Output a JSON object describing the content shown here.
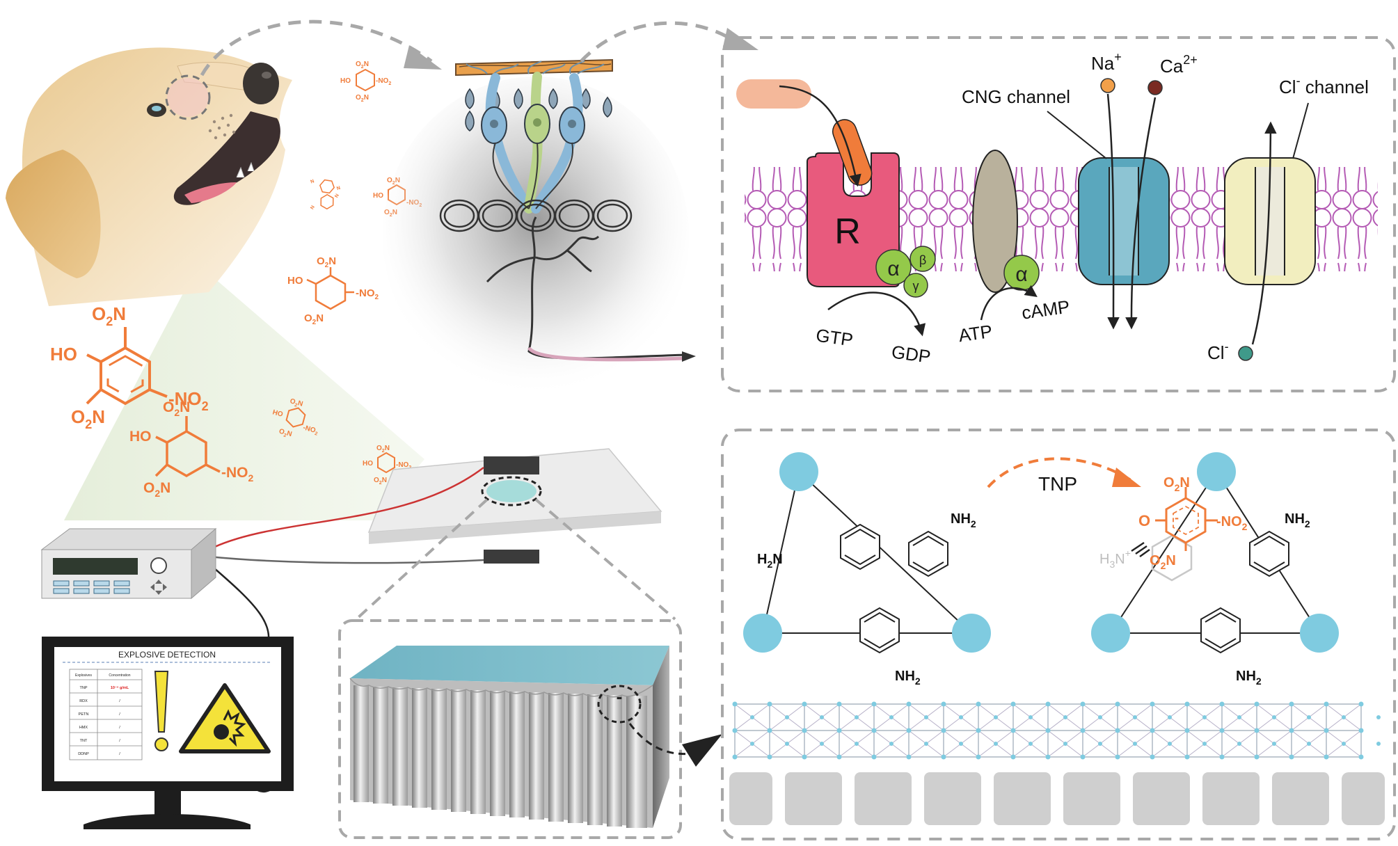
{
  "colors": {
    "accent_orange": "#f07c3a",
    "lipid": "#b45ab4",
    "receptor": "#e85a7d",
    "g_protein": "#94c94a",
    "adenylyl_cyclase": "#b9b19c",
    "cng_channel": "#5aa7bd",
    "cl_channel": "#f2eebf",
    "node_blue": "#7fcbe0",
    "dashed_border": "#a8a8a8"
  },
  "membrane_panel": {
    "labels": {
      "receptor": "R",
      "alpha": "α",
      "beta": "β",
      "gamma": "γ",
      "gtp": "GTP",
      "gdp": "GDP",
      "atp": "ATP",
      "camp": "cAMP",
      "alpha2": "α",
      "na_base": "Na",
      "na_sup": "+",
      "ca_base": "Ca",
      "ca_sup": "2+",
      "cng_channel": "CNG channel",
      "cl_channel_base": "Cl",
      "cl_channel_sup": "-",
      "cl_channel_rest": " channel",
      "cl_ion_base": "Cl",
      "cl_ion_sup": "-"
    }
  },
  "mof_panel": {
    "tnp_label": "TNP",
    "nh2": "NH",
    "nh2_sub": "2",
    "h2n": "H",
    "h2n_sub": "2",
    "h2n_n": "N",
    "o2n": "O",
    "o2n_sub": "2",
    "o2n_n": "N",
    "no2_pre": "-NO",
    "no2_sub": "2",
    "oxo": "O",
    "h3n": "H",
    "h3n_sub": "3",
    "h3n_n": "N",
    "h3n_sup": "+",
    "anion_mark": "-"
  },
  "molecules": {
    "o2n": "O",
    "o2n_sub": "2",
    "o2n_n": "N",
    "ho": "HO",
    "no2": "NO",
    "no2_sub": "2",
    "no2_dash": "-NO",
    "n_letter": "N"
  },
  "monitor": {
    "title": "EXPLOSIVE DETECTION",
    "table_headers": [
      "Explosives",
      "Concentration"
    ],
    "rows": [
      {
        "name": "TNP",
        "value": "10⁻⁹ g/mL"
      },
      {
        "name": "RDX",
        "value": "/"
      },
      {
        "name": "PETN",
        "value": "/"
      },
      {
        "name": "HMX",
        "value": "/"
      },
      {
        "name": "TNT",
        "value": "/"
      },
      {
        "name": "DDNP",
        "value": "/"
      }
    ]
  },
  "sensor_inset": {
    "charge_mark": "-"
  }
}
